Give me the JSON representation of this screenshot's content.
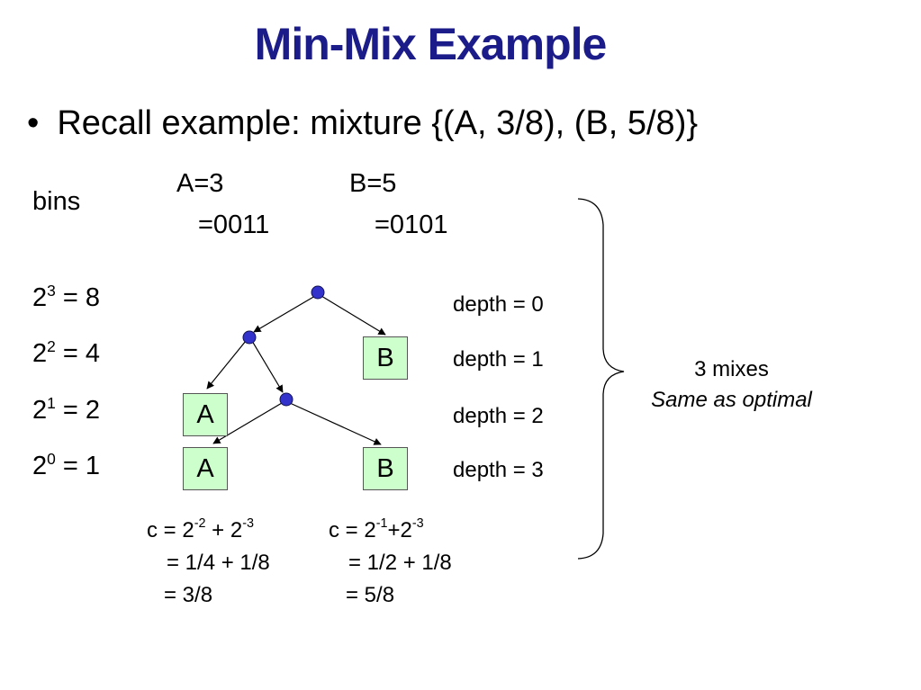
{
  "title": "Min-Mix Example",
  "bullet": {
    "symbol": "•",
    "text": "Recall example:  mixture {(A, 3/8), (B, 5/8)}"
  },
  "bins_label": "bins",
  "values": {
    "a_eq": "A=3",
    "b_eq": "B=5",
    "a_bin": "=0011",
    "b_bin": "=0101"
  },
  "powers": [
    {
      "base": "2",
      "exp": "3",
      "rhs": " = 8"
    },
    {
      "base": "2",
      "exp": "2",
      "rhs": " = 4"
    },
    {
      "base": "2",
      "exp": "1",
      "rhs": " = 2"
    },
    {
      "base": "2",
      "exp": "0",
      "rhs": " = 1"
    }
  ],
  "depths": [
    "depth = 0",
    "depth = 1",
    "depth = 2",
    "depth = 3"
  ],
  "leaves": {
    "b_depth1": "B",
    "a_depth2": "A",
    "a_depth3": "A",
    "b_depth3": "B"
  },
  "calc_a": {
    "prefix": "c = 2",
    "exp1": "-2",
    "mid": " + 2",
    "exp2": "-3",
    "line2": "= 1/4 + 1/8",
    "line3": "= 3/8"
  },
  "calc_b": {
    "prefix": "c = 2",
    "exp1": "-1",
    "mid": "+2",
    "exp2": "-3",
    "line2": "= 1/2 + 1/8",
    "line3": "= 5/8"
  },
  "mixes_note": {
    "line1": "3 mixes",
    "line2": "Same as optimal"
  },
  "colors": {
    "title": "#1b1b8a",
    "node": "#3333cc",
    "leaf_fill": "#ccffcc"
  }
}
